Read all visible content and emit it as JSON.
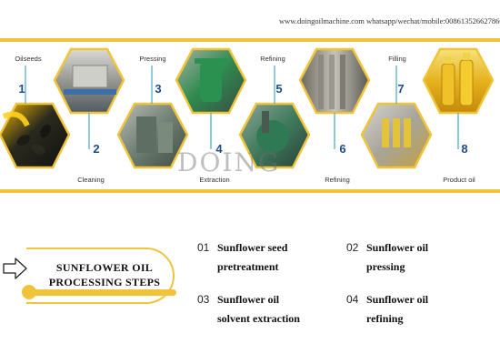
{
  "header": {
    "website": "www.doingoilmachine.com",
    "contact": "whatsapp/wechat/mobile:008613526627860"
  },
  "steps": [
    {
      "number": "1",
      "label": "Oilseeds"
    },
    {
      "number": "2",
      "label": "Cleaning"
    },
    {
      "number": "3",
      "label": "Pressing"
    },
    {
      "number": "4",
      "label": "Extraction"
    },
    {
      "number": "5",
      "label": "Refining"
    },
    {
      "number": "6",
      "label": "Refining"
    },
    {
      "number": "7",
      "label": "Filling"
    },
    {
      "number": "8",
      "label": "Product oil"
    }
  ],
  "watermark": "DOING",
  "title": {
    "line1": "SUNFLOWER OIL",
    "line2": "PROCESSING STEPS"
  },
  "outline": [
    {
      "number": "01",
      "line1": "Sunflower seed",
      "line2": "pretreatment"
    },
    {
      "number": "02",
      "line1": "Sunflower oil",
      "line2": "pressing"
    },
    {
      "number": "03",
      "line1": "Sunflower oil",
      "line2": "solvent extraction"
    },
    {
      "number": "04",
      "line1": "Sunflower oil",
      "line2": "refining"
    }
  ],
  "colors": {
    "accent": "#f0c43a",
    "step_number": "#1f4b8a",
    "connector": "#4aa8c8"
  }
}
